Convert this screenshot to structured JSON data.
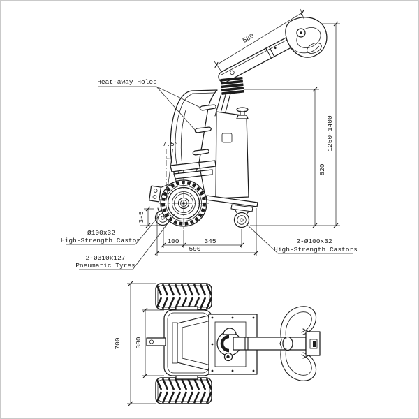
{
  "drawing": {
    "background": "#ffffff",
    "line_color": "#1c1c1c",
    "labels": {
      "heat_away_holes": "Heat-away Holes",
      "front_castor_spec": "Ø100x32",
      "front_castor_name": "High-Strength Castor",
      "tyres_spec": "2-Ø310x127",
      "tyres_name": "Pneumatic Tyres",
      "rear_castors_spec": "2-Ø100x32",
      "rear_castors_name": "High-Strength Castors"
    },
    "dimensions": {
      "handle_length": "580",
      "overall_height": "1250-1400",
      "frame_height": "820",
      "tilt_angle": "7.5°",
      "castor_clearance": "3-5",
      "front_axle_spacing": "100",
      "rear_axle_spacing": "345",
      "overall_length": "590",
      "overall_width": "700",
      "body_width": "380"
    }
  }
}
